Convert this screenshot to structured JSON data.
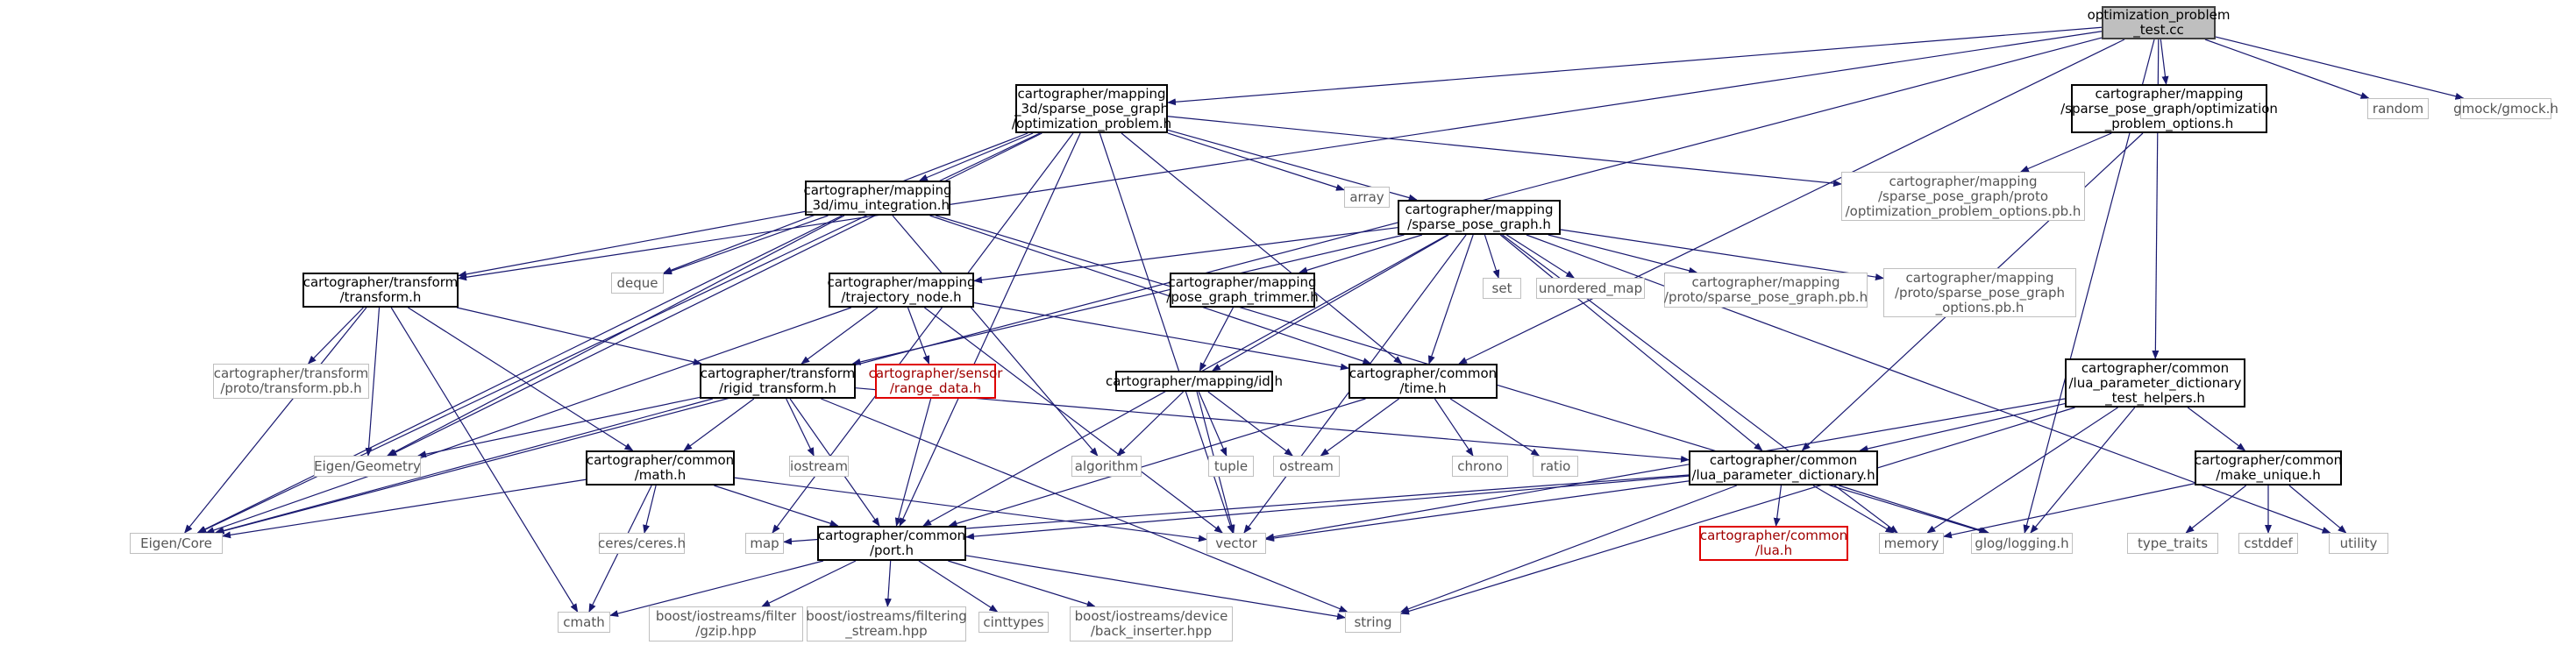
{
  "graph": {
    "colors": {
      "edge": "#191970",
      "root_fill": "#bfbfbf",
      "system_border": "#bfbfbf",
      "local_border": "#000000",
      "missing_border": "#e00000"
    },
    "nodes": [
      {
        "id": "root",
        "kind": "root",
        "lines": [
          "optimization_problem",
          "_test.cc"
        ]
      },
      {
        "id": "opt3d",
        "kind": "local",
        "lines": [
          "cartographer/mapping",
          "_3d/sparse_pose_graph",
          "/optimization_problem.h"
        ]
      },
      {
        "id": "optopts",
        "kind": "local",
        "lines": [
          "cartographer/mapping",
          "/sparse_pose_graph/optimization",
          "_problem_options.h"
        ]
      },
      {
        "id": "random",
        "kind": "system",
        "lines": [
          "random"
        ]
      },
      {
        "id": "gmock",
        "kind": "system",
        "lines": [
          "gmock/gmock.h"
        ]
      },
      {
        "id": "array",
        "kind": "system",
        "lines": [
          "array"
        ]
      },
      {
        "id": "optpb",
        "kind": "system",
        "lines": [
          "cartographer/mapping",
          "/sparse_pose_graph/proto",
          "/optimization_problem_options.pb.h"
        ]
      },
      {
        "id": "imu",
        "kind": "local",
        "lines": [
          "cartographer/mapping",
          "_3d/imu_integration.h"
        ]
      },
      {
        "id": "spg",
        "kind": "local",
        "lines": [
          "cartographer/mapping",
          "/sparse_pose_graph.h"
        ]
      },
      {
        "id": "transform",
        "kind": "local",
        "lines": [
          "cartographer/transform",
          "/transform.h"
        ]
      },
      {
        "id": "deque",
        "kind": "system",
        "lines": [
          "deque"
        ]
      },
      {
        "id": "trajnode",
        "kind": "local",
        "lines": [
          "cartographer/mapping",
          "/trajectory_node.h"
        ]
      },
      {
        "id": "trimmer",
        "kind": "local",
        "lines": [
          "cartographer/mapping",
          "/pose_graph_trimmer.h"
        ]
      },
      {
        "id": "set",
        "kind": "system",
        "lines": [
          "set"
        ]
      },
      {
        "id": "umap",
        "kind": "system",
        "lines": [
          "unordered_map"
        ]
      },
      {
        "id": "spgpb",
        "kind": "system",
        "lines": [
          "cartographer/mapping",
          "/proto/sparse_pose_graph.pb.h"
        ]
      },
      {
        "id": "spgoptpb",
        "kind": "system",
        "lines": [
          "cartographer/mapping",
          "/proto/sparse_pose_graph",
          "_options.pb.h"
        ]
      },
      {
        "id": "tfpb",
        "kind": "system",
        "lines": [
          "cartographer/transform",
          "/proto/transform.pb.h"
        ]
      },
      {
        "id": "rigid",
        "kind": "local",
        "lines": [
          "cartographer/transform",
          "/rigid_transform.h"
        ]
      },
      {
        "id": "range",
        "kind": "missing",
        "lines": [
          "cartographer/sensor",
          "/range_data.h"
        ]
      },
      {
        "id": "idh",
        "kind": "local",
        "lines": [
          "cartographer/mapping/id.h"
        ]
      },
      {
        "id": "timeh",
        "kind": "local",
        "lines": [
          "cartographer/common",
          "/time.h"
        ]
      },
      {
        "id": "luahelpers",
        "kind": "local",
        "lines": [
          "cartographer/common",
          "/lua_parameter_dictionary",
          "_test_helpers.h"
        ]
      },
      {
        "id": "eigengeo",
        "kind": "system",
        "lines": [
          "Eigen/Geometry"
        ]
      },
      {
        "id": "iostream",
        "kind": "system",
        "lines": [
          "iostream"
        ]
      },
      {
        "id": "algorithm",
        "kind": "system",
        "lines": [
          "algorithm"
        ]
      },
      {
        "id": "tuple",
        "kind": "system",
        "lines": [
          "tuple"
        ]
      },
      {
        "id": "ostream",
        "kind": "system",
        "lines": [
          "ostream"
        ]
      },
      {
        "id": "chrono",
        "kind": "system",
        "lines": [
          "chrono"
        ]
      },
      {
        "id": "ratio",
        "kind": "system",
        "lines": [
          "ratio"
        ]
      },
      {
        "id": "mathh",
        "kind": "local",
        "lines": [
          "cartographer/common",
          "/math.h"
        ]
      },
      {
        "id": "luadict",
        "kind": "local",
        "lines": [
          "cartographer/common",
          "/lua_parameter_dictionary.h"
        ]
      },
      {
        "id": "makeunique",
        "kind": "local",
        "lines": [
          "cartographer/common",
          "/make_unique.h"
        ]
      },
      {
        "id": "eigencore",
        "kind": "system",
        "lines": [
          "Eigen/Core"
        ]
      },
      {
        "id": "ceres",
        "kind": "system",
        "lines": [
          "ceres/ceres.h"
        ]
      },
      {
        "id": "map",
        "kind": "system",
        "lines": [
          "map"
        ]
      },
      {
        "id": "porth",
        "kind": "local",
        "lines": [
          "cartographer/common",
          "/port.h"
        ]
      },
      {
        "id": "vector",
        "kind": "system",
        "lines": [
          "vector"
        ]
      },
      {
        "id": "luah",
        "kind": "missing",
        "lines": [
          "cartographer/common",
          "/lua.h"
        ]
      },
      {
        "id": "memory",
        "kind": "system",
        "lines": [
          "memory"
        ]
      },
      {
        "id": "glog",
        "kind": "system",
        "lines": [
          "glog/logging.h"
        ]
      },
      {
        "id": "typetraits",
        "kind": "system",
        "lines": [
          "type_traits"
        ]
      },
      {
        "id": "cstddef",
        "kind": "system",
        "lines": [
          "cstddef"
        ]
      },
      {
        "id": "utility",
        "kind": "system",
        "lines": [
          "utility"
        ]
      },
      {
        "id": "cmath",
        "kind": "system",
        "lines": [
          "cmath"
        ]
      },
      {
        "id": "gzip",
        "kind": "system",
        "lines": [
          "boost/iostreams/filter",
          "/gzip.hpp"
        ]
      },
      {
        "id": "filtstream",
        "kind": "system",
        "lines": [
          "boost/iostreams/filtering",
          "_stream.hpp"
        ]
      },
      {
        "id": "cinttypes",
        "kind": "system",
        "lines": [
          "cinttypes"
        ]
      },
      {
        "id": "backins",
        "kind": "system",
        "lines": [
          "boost/iostreams/device",
          "/back_inserter.hpp"
        ]
      },
      {
        "id": "string",
        "kind": "system",
        "lines": [
          "string"
        ]
      }
    ],
    "edges": [
      [
        "root",
        "opt3d"
      ],
      [
        "root",
        "optopts"
      ],
      [
        "root",
        "random"
      ],
      [
        "root",
        "gmock"
      ],
      [
        "root",
        "transform"
      ],
      [
        "root",
        "eigencore"
      ],
      [
        "root",
        "timeh"
      ],
      [
        "root",
        "luahelpers"
      ],
      [
        "root",
        "glog"
      ],
      [
        "opt3d",
        "array"
      ],
      [
        "opt3d",
        "optpb"
      ],
      [
        "opt3d",
        "imu"
      ],
      [
        "opt3d",
        "spg"
      ],
      [
        "opt3d",
        "deque"
      ],
      [
        "opt3d",
        "map"
      ],
      [
        "opt3d",
        "vector"
      ],
      [
        "opt3d",
        "eigencore"
      ],
      [
        "opt3d",
        "eigengeo"
      ],
      [
        "opt3d",
        "porth"
      ],
      [
        "opt3d",
        "timeh"
      ],
      [
        "optopts",
        "optpb"
      ],
      [
        "optopts",
        "luadict"
      ],
      [
        "imu",
        "deque"
      ],
      [
        "imu",
        "transform"
      ],
      [
        "imu",
        "eigencore"
      ],
      [
        "imu",
        "eigengeo"
      ],
      [
        "imu",
        "algorithm"
      ],
      [
        "imu",
        "timeh"
      ],
      [
        "imu",
        "glog"
      ],
      [
        "spg",
        "set"
      ],
      [
        "spg",
        "umap"
      ],
      [
        "spg",
        "spgpb"
      ],
      [
        "spg",
        "spgoptpb"
      ],
      [
        "spg",
        "trajnode"
      ],
      [
        "spg",
        "trimmer"
      ],
      [
        "spg",
        "idh"
      ],
      [
        "spg",
        "rigid"
      ],
      [
        "spg",
        "luadict"
      ],
      [
        "spg",
        "memory"
      ],
      [
        "spg",
        "vector"
      ],
      [
        "spg",
        "utility"
      ],
      [
        "spg",
        "porth"
      ],
      [
        "spg",
        "timeh"
      ],
      [
        "transform",
        "tfpb"
      ],
      [
        "transform",
        "rigid"
      ],
      [
        "transform",
        "eigengeo"
      ],
      [
        "transform",
        "eigencore"
      ],
      [
        "transform",
        "mathh"
      ],
      [
        "transform",
        "cmath"
      ],
      [
        "trajnode",
        "rigid"
      ],
      [
        "trajnode",
        "range"
      ],
      [
        "trajnode",
        "timeh"
      ],
      [
        "trajnode",
        "vector"
      ],
      [
        "trajnode",
        "eigencore"
      ],
      [
        "trimmer",
        "idh"
      ],
      [
        "idh",
        "algorithm"
      ],
      [
        "idh",
        "tuple"
      ],
      [
        "idh",
        "ostream"
      ],
      [
        "idh",
        "vector"
      ],
      [
        "timeh",
        "chrono"
      ],
      [
        "timeh",
        "ratio"
      ],
      [
        "timeh",
        "ostream"
      ],
      [
        "timeh",
        "porth"
      ],
      [
        "luahelpers",
        "luadict"
      ],
      [
        "luahelpers",
        "makeunique"
      ],
      [
        "luahelpers",
        "memory"
      ],
      [
        "luahelpers",
        "glog"
      ],
      [
        "luahelpers",
        "string"
      ],
      [
        "luahelpers",
        "vector"
      ],
      [
        "rigid",
        "eigengeo"
      ],
      [
        "rigid",
        "iostream"
      ],
      [
        "rigid",
        "mathh"
      ],
      [
        "rigid",
        "porth"
      ],
      [
        "rigid",
        "string"
      ],
      [
        "rigid",
        "eigencore"
      ],
      [
        "rigid",
        "luadict"
      ],
      [
        "range",
        "porth"
      ],
      [
        "mathh",
        "eigencore"
      ],
      [
        "mathh",
        "ceres"
      ],
      [
        "mathh",
        "cmath"
      ],
      [
        "mathh",
        "porth"
      ],
      [
        "mathh",
        "vector"
      ],
      [
        "luadict",
        "luah"
      ],
      [
        "luadict",
        "porth"
      ],
      [
        "luadict",
        "memory"
      ],
      [
        "luadict",
        "glog"
      ],
      [
        "luadict",
        "map"
      ],
      [
        "luadict",
        "vector"
      ],
      [
        "luadict",
        "string"
      ],
      [
        "makeunique",
        "memory"
      ],
      [
        "makeunique",
        "typetraits"
      ],
      [
        "makeunique",
        "cstddef"
      ],
      [
        "makeunique",
        "utility"
      ],
      [
        "porth",
        "cmath"
      ],
      [
        "porth",
        "gzip"
      ],
      [
        "porth",
        "filtstream"
      ],
      [
        "porth",
        "cinttypes"
      ],
      [
        "porth",
        "backins"
      ],
      [
        "porth",
        "string"
      ]
    ]
  }
}
